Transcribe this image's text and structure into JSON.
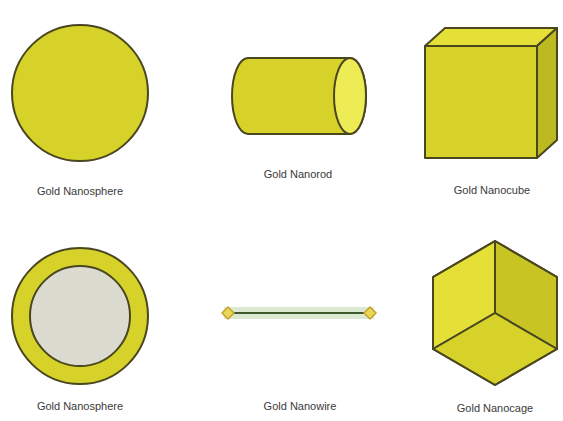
{
  "diagram": {
    "nodes": [
      {
        "text": [
          "Gold Nanosphere"
        ]
      },
      {
        "text": [
          "Gold Nanorod"
        ]
      },
      {
        "text": [
          "Gold Nanocube"
        ]
      },
      {
        "text": [
          "Gold Nanosphere"
        ]
      },
      {
        "text": [
          "Gold Nanowire"
        ]
      },
      {
        "text": [
          "Gold Nanocage"
        ]
      }
    ]
  }
}
